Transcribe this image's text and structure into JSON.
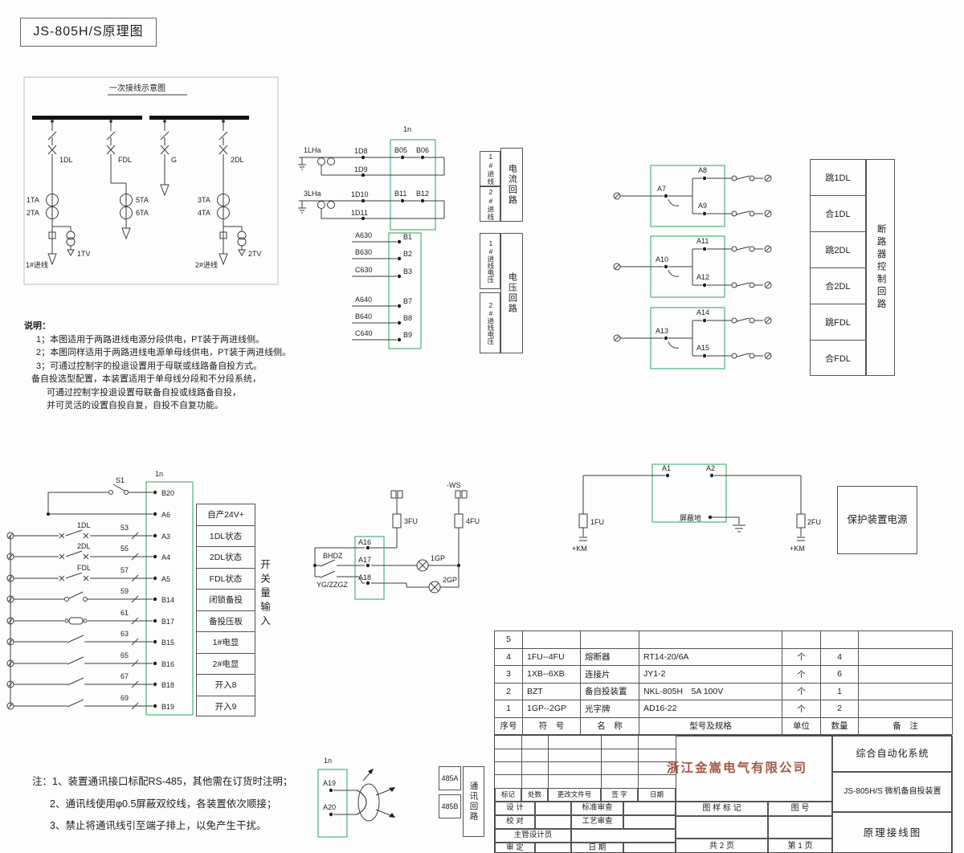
{
  "doc_title": "JS-805H/S原理图",
  "primary": {
    "title": "一次接线示意图",
    "dl1": "1DL",
    "fdl": "FDL",
    "g": "G",
    "dl2": "2DL",
    "ta1": "1TA",
    "ta2": "2TA",
    "ta3": "3TA",
    "ta4": "4TA",
    "ta5": "5TA",
    "ta6": "6TA",
    "tv1": "1TV",
    "tv2": "2TV",
    "in1": "1#进线",
    "in2": "2#进线"
  },
  "notes": {
    "heading": "说明：",
    "lines": [
      "1；本图适用于两路进线电源分段供电，PT装于两进线侧。",
      "2；本图同样适用于两路进线电源单母线供电，PT装于两进线侧。",
      "3；可通过控制字的投退设置用于母联或线路备自投方式。",
      "备自投选型配置，本装置适用于单母线分段和不分段系统，",
      "可通过控制字投退设置母联备自投或线路备自投，",
      "并可灵活的设置自投自复，自投不自复功能。"
    ]
  },
  "current": {
    "plug": "1n",
    "lha1": "1LHa",
    "lha3": "3LHa",
    "d8": "1D8",
    "d9": "1D9",
    "d10": "1D10",
    "d11": "1D11",
    "b05": "B05",
    "b06": "B06",
    "b11": "B11",
    "b12": "B12",
    "grp1": "1#进线",
    "grp2": "2#进线",
    "loop": "电流回路"
  },
  "voltage": {
    "w": [
      "A630",
      "B630",
      "C630",
      "A640",
      "B640",
      "C640"
    ],
    "t": [
      "B1",
      "B2",
      "B3",
      "B7",
      "B8",
      "B9"
    ],
    "grp1": "1#进线电压",
    "grp2": "2#进线电压",
    "loop": "电压回路"
  },
  "output": {
    "coil1": "A7",
    "coil2": "A10",
    "coil3": "A13",
    "c1a": "A8",
    "c1b": "A9",
    "c2a": "A11",
    "c2b": "A12",
    "c3a": "A14",
    "c3b": "A15",
    "fn": [
      "跳1DL",
      "合1DL",
      "跳2DL",
      "合2DL",
      "跳FDL",
      "合FDL"
    ],
    "loop": "断路器控制回路"
  },
  "input": {
    "plug": "1n",
    "s1": "S1",
    "t_b20": "B20",
    "terms": [
      "A6",
      "A3",
      "A4",
      "A5",
      "B14",
      "B17",
      "B15",
      "B16",
      "B18",
      "B19"
    ],
    "labels": [
      "自产24V+",
      "1DL状态",
      "2DL状态",
      "FDL状态",
      "闭锁备投",
      "备投压板",
      "1#电显",
      "2#电显",
      "开入8",
      "开入9"
    ],
    "nums": [
      "53",
      "55",
      "57",
      "59",
      "61",
      "63",
      "65",
      "67",
      "69"
    ],
    "contacts": [
      "1DL",
      "2DL",
      "FDL"
    ],
    "loop": "开关量输入"
  },
  "signal": {
    "ws": "-WS",
    "fu3": "3FU",
    "fu4": "4FU",
    "a16": "A16",
    "a17": "A17",
    "a18": "A18",
    "bhdz": "BHDZ",
    "yg": "YG/ZZGZ",
    "gp1": "1GP",
    "gp2": "2GP"
  },
  "power": {
    "a1": "A1",
    "a2": "A2",
    "shield": "屏蔽地",
    "fu1": "1FU",
    "fu2": "2FU",
    "km1": "+KM",
    "km2": "+KM",
    "label": "保护装置电源"
  },
  "comm": {
    "plug": "1n",
    "a19": "A19",
    "a20": "A20",
    "p485a": "485A",
    "p485b": "485B",
    "loop": "通讯回路"
  },
  "bottom_notes": [
    "注：1、装置通讯接口标配RS-485，其他需在订货时注明；",
    "2、通讯线使用φ0.5屏蔽双绞线，各装置依次顺接；",
    "3、禁止将通讯线引至端子排上，以免产生干扰。"
  ],
  "parts": {
    "rows": [
      [
        "5",
        "",
        "",
        "",
        "",
        ""
      ],
      [
        "4",
        "1FU--4FU",
        "熔断器",
        "RT14-20/6A",
        "个",
        "4"
      ],
      [
        "3",
        "1XB--6XB",
        "连接片",
        "JY1-2",
        "个",
        "6"
      ],
      [
        "2",
        "BZT",
        "备自投装置",
        "NKL-805H　5A 100V",
        "个",
        "1"
      ],
      [
        "1",
        "1GP--2GP",
        "光字牌",
        "AD16-22",
        "个",
        "2"
      ]
    ],
    "header": [
      "序号",
      "符　号",
      "名　称",
      "型号及规格",
      "单位",
      "数量",
      "备　注"
    ]
  },
  "tb": {
    "company": "浙江金嵩电气有限公司",
    "system": "综合自动化系统",
    "device": "JS-805H/S 微机备自投装置",
    "drawing": "原理接线图",
    "rev": [
      "标记",
      "处数",
      "更改文件号",
      "签 字",
      "日期"
    ],
    "design": "设 计",
    "std": "标准审查",
    "check": "校 对",
    "craft": "工艺审查",
    "chief": "主管设计员",
    "approve": "审 定",
    "date": "日 期",
    "mark": "图 样 标 记",
    "no": "图 号",
    "total": "共 2 页",
    "page": "第 1 页"
  }
}
